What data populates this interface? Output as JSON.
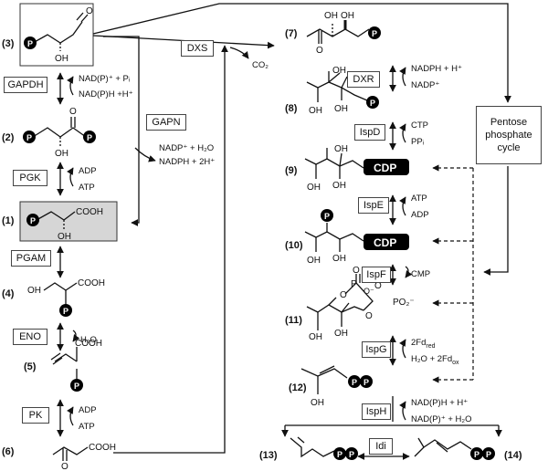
{
  "compounds": [
    {
      "id": "c3",
      "label": "(3)"
    },
    {
      "id": "c2",
      "label": "(2)"
    },
    {
      "id": "c1",
      "label": "(1)"
    },
    {
      "id": "c4",
      "label": "(4)"
    },
    {
      "id": "c5",
      "label": "(5)"
    },
    {
      "id": "c6",
      "label": "(6)"
    },
    {
      "id": "c7",
      "label": "(7)"
    },
    {
      "id": "c8",
      "label": "(8)"
    },
    {
      "id": "c9",
      "label": "(9)"
    },
    {
      "id": "c10",
      "label": "(10)"
    },
    {
      "id": "c11",
      "label": "(11)"
    },
    {
      "id": "c12",
      "label": "(12)"
    },
    {
      "id": "c13",
      "label": "(13)"
    },
    {
      "id": "c14",
      "label": "(14)"
    }
  ],
  "enzymes": {
    "gapdh": "GAPDH",
    "gapn": "GAPN",
    "pgk": "PGK",
    "pgam": "PGAM",
    "eno": "ENO",
    "pk": "PK",
    "dxs": "DXS",
    "dxr": "DXR",
    "ispd": "IspD",
    "ispe": "IspE",
    "ispf": "IspF",
    "ispg": "IspG",
    "isph": "IspH",
    "idi": "Idi"
  },
  "pentose_box": {
    "line1": "Pentose",
    "line2": "phosphate",
    "line3": "cycle"
  },
  "cofactors": {
    "gapdh_top": "NAD(P)⁺ + Pᵢ",
    "gapdh_bottom": "NAD(P)H +H⁺",
    "gapn_top": "NADP⁺ + H₂O",
    "gapn_bottom": "NADPH + 2H⁺",
    "pgk_top": "ADP",
    "pgk_bottom": "ATP",
    "eno": "H₂O",
    "pk_top": "ADP",
    "pk_bottom": "ATP",
    "dxs": "CO₂",
    "dxr_top": "NADPH + H⁺",
    "dxr_bottom": "NADP⁺",
    "ispd_top": "CTP",
    "ispd_bottom": "PPᵢ",
    "ispe_top": "ATP",
    "ispe_bottom": "ADP",
    "ispf": "CMP",
    "ispg_top": "2Fd",
    "ispg_top_sub": "red",
    "ispg_bottom": "H₂O + 2Fd",
    "ispg_bottom_sub": "ox",
    "isph_top": "NAD(P)H + H⁺",
    "isph_bottom": "NAD(P)⁺ + H₂O"
  },
  "atoms": {
    "oh": "OH",
    "cooh": "COOH",
    "o": "O",
    "p": "P",
    "cdp": "CDP",
    "o_minus": "O⁻",
    "po2": "PO₂⁻"
  },
  "colors": {
    "phosphate_fill": "#000000",
    "compound1_box": "#d6d6d6",
    "cdp_fill": "#000000"
  }
}
